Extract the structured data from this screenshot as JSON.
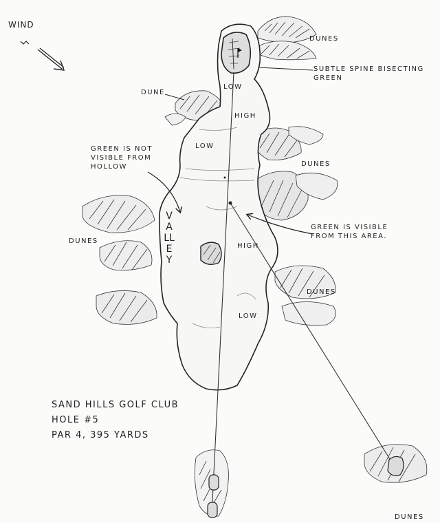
{
  "map": {
    "wind_label": "WIND",
    "labels": {
      "dunes_top_right": "DUNES",
      "dunes_right_mid": "DUNES",
      "dunes_left": "DUNES",
      "dunes_lower_right": "DUNES",
      "dunes_bottom_right": "DUNES",
      "dune_left_green": "DUNE",
      "low_near_green": "LOW",
      "high_near_green": "HIGH",
      "low_upper_fairway": "LOW",
      "high_mid_fairway": "HIGH",
      "low_lower_fairway": "LOW",
      "valley": "VALLEY"
    },
    "notes": {
      "spine": "SUBTLE SPINE BISECTING GREEN",
      "not_visible": "GREEN IS NOT VISIBLE FROM HOLLOW",
      "visible": "GREEN IS VISIBLE FROM THIS AREA."
    },
    "title_block": {
      "club": "SAND HILLS GOLF CLUB",
      "hole": "HOLE #5",
      "par_yards": "PAR 4, 395 YARDS"
    }
  }
}
